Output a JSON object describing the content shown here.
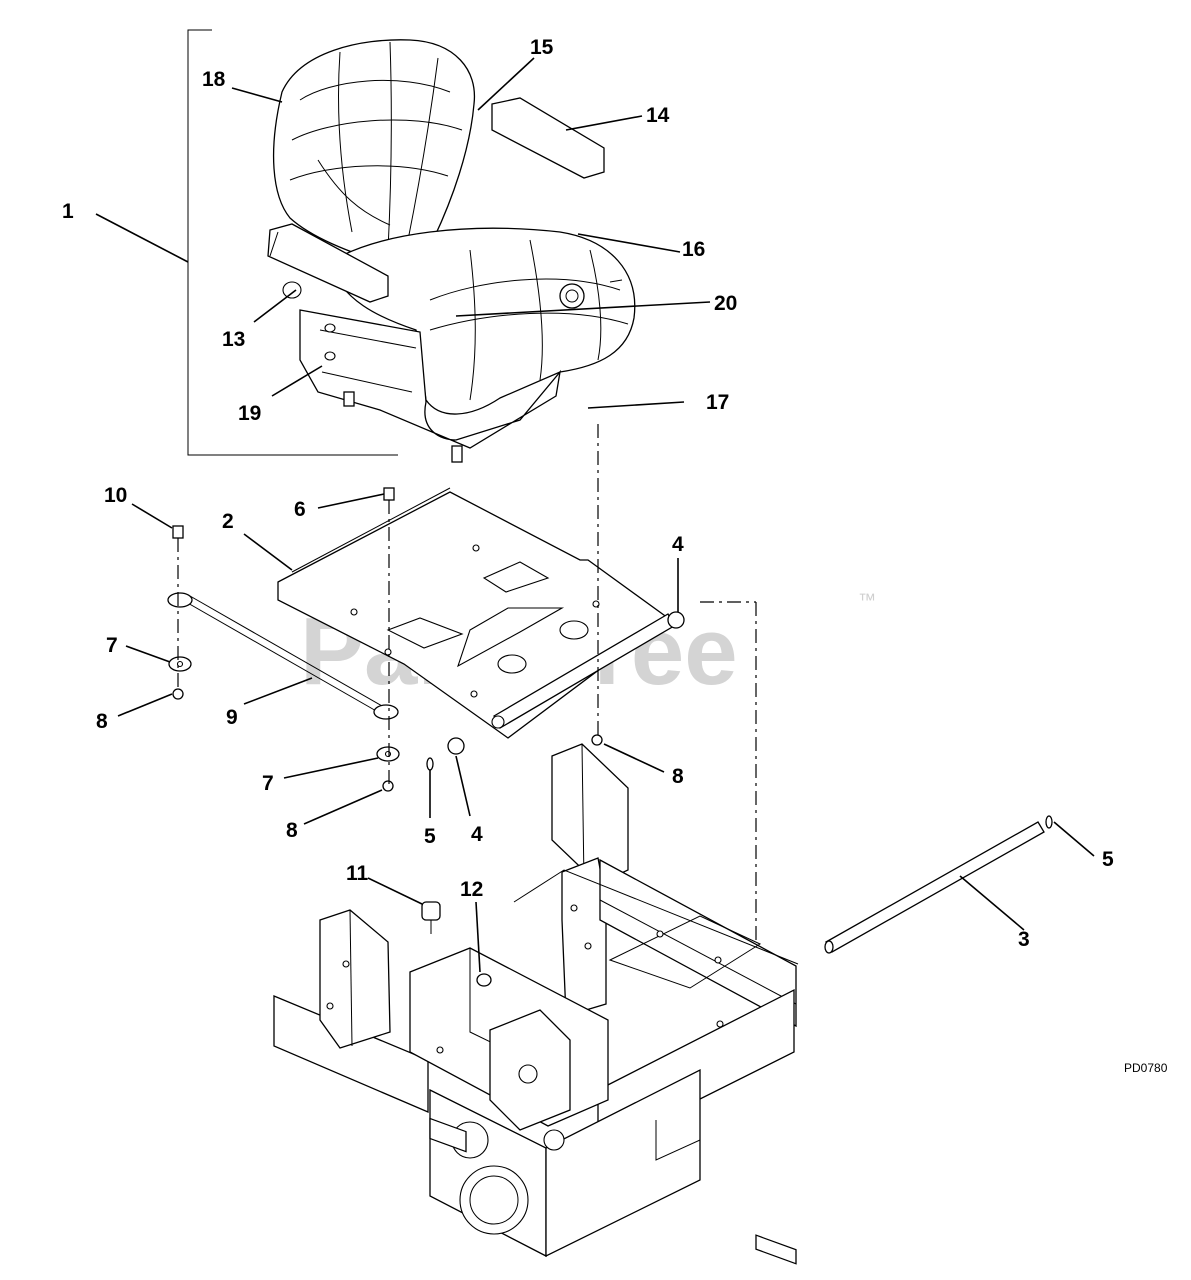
{
  "diagram": {
    "callouts": [
      {
        "id": "c1",
        "text": "1"
      },
      {
        "id": "c2",
        "text": "2"
      },
      {
        "id": "c3",
        "text": "3"
      },
      {
        "id": "c4a",
        "text": "4"
      },
      {
        "id": "c4b",
        "text": "4"
      },
      {
        "id": "c5a",
        "text": "5"
      },
      {
        "id": "c5b",
        "text": "5"
      },
      {
        "id": "c6",
        "text": "6"
      },
      {
        "id": "c7a",
        "text": "7"
      },
      {
        "id": "c7b",
        "text": "7"
      },
      {
        "id": "c8a",
        "text": "8"
      },
      {
        "id": "c8b",
        "text": "8"
      },
      {
        "id": "c8c",
        "text": "8"
      },
      {
        "id": "c9",
        "text": "9"
      },
      {
        "id": "c10",
        "text": "10"
      },
      {
        "id": "c11",
        "text": "11"
      },
      {
        "id": "c12",
        "text": "12"
      },
      {
        "id": "c13",
        "text": "13"
      },
      {
        "id": "c14",
        "text": "14"
      },
      {
        "id": "c15",
        "text": "15"
      },
      {
        "id": "c16",
        "text": "16"
      },
      {
        "id": "c17",
        "text": "17"
      },
      {
        "id": "c18",
        "text": "18"
      },
      {
        "id": "c19",
        "text": "19"
      },
      {
        "id": "c20",
        "text": "20"
      }
    ],
    "drawing_code": "PD0780",
    "watermark": {
      "text": "PartsTree",
      "trademark": "™"
    }
  }
}
